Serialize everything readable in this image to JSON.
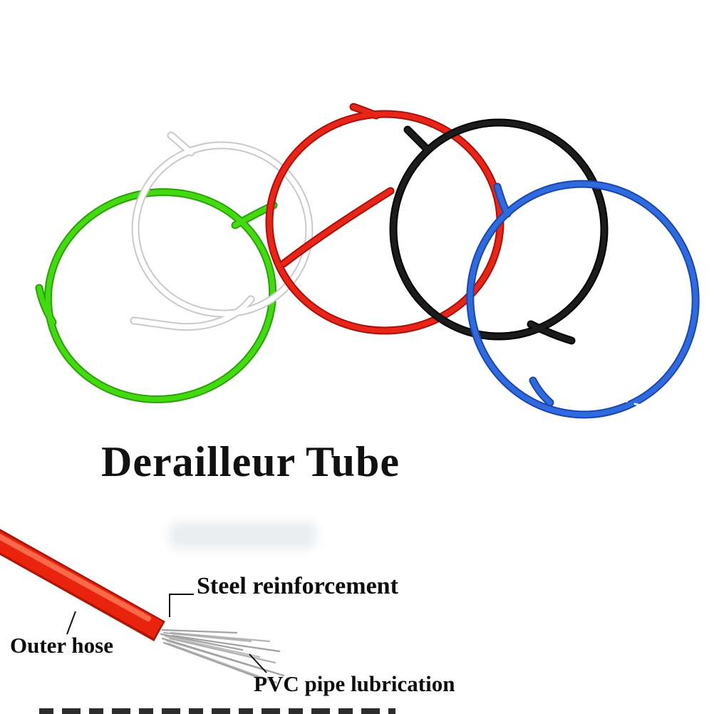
{
  "title": "Derailleur Tube",
  "tubes": [
    {
      "name": "green",
      "color": "#44d911",
      "shade": "#27a306"
    },
    {
      "name": "white",
      "color": "#ffffff",
      "shade": "#c9c9c9"
    },
    {
      "name": "red",
      "color": "#e92519",
      "shade": "#a8120b"
    },
    {
      "name": "black",
      "color": "#1c1c1c",
      "shade": "#000000"
    },
    {
      "name": "blue",
      "color": "#2f6bdf",
      "shade": "#1a47ad"
    }
  ],
  "diagram": {
    "labels": {
      "steel": "Steel reinforcement",
      "outer": "Outer hose",
      "pvc": "PVC pipe lubrication"
    },
    "hose_color": "#e8230e",
    "hose_shade": "#b01505",
    "hose_highlight": "#ff7a5c",
    "wire_color": "#a3a3a3",
    "leader_color": "#111111"
  }
}
